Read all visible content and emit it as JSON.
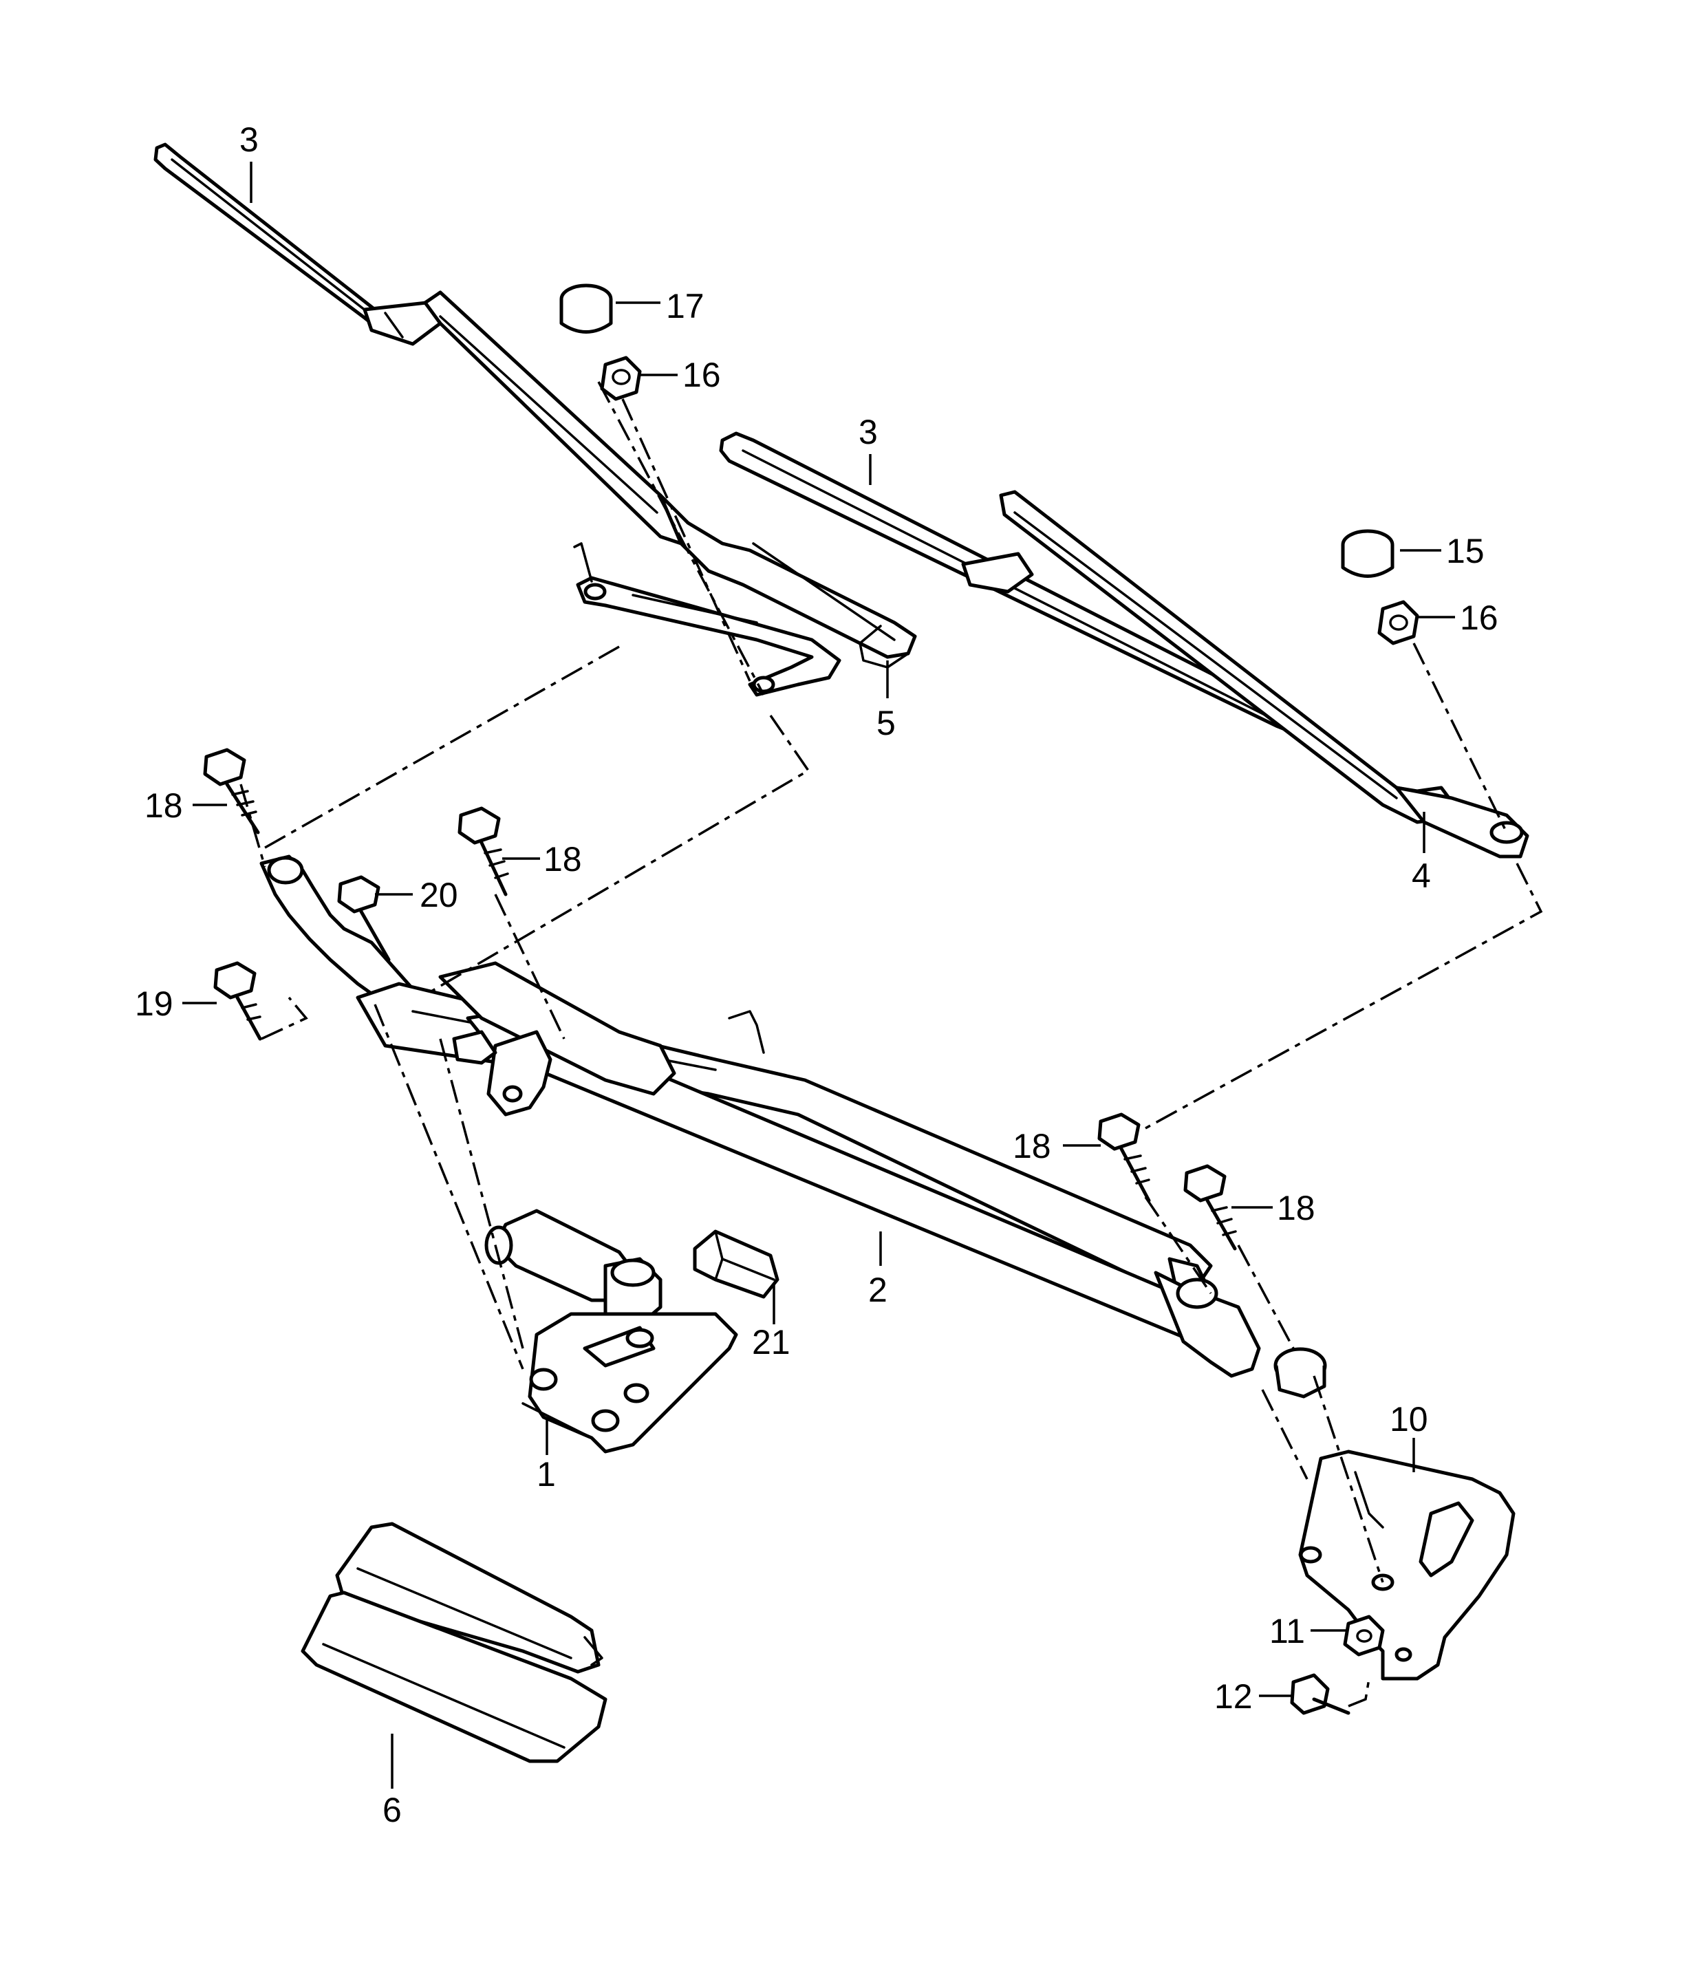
{
  "diagram": {
    "part_labels": {
      "p1": "1",
      "p2": "2",
      "p3a": "3",
      "p3b": "3",
      "p4": "4",
      "p5": "5",
      "p6": "6",
      "p10": "10",
      "p11": "11",
      "p12": "12",
      "p15": "15",
      "p16a": "16",
      "p16b": "16",
      "p17": "17",
      "p18a": "18",
      "p18b": "18",
      "p18c": "18",
      "p18d": "18",
      "p19": "19",
      "p20": "20",
      "p21": "21"
    }
  }
}
